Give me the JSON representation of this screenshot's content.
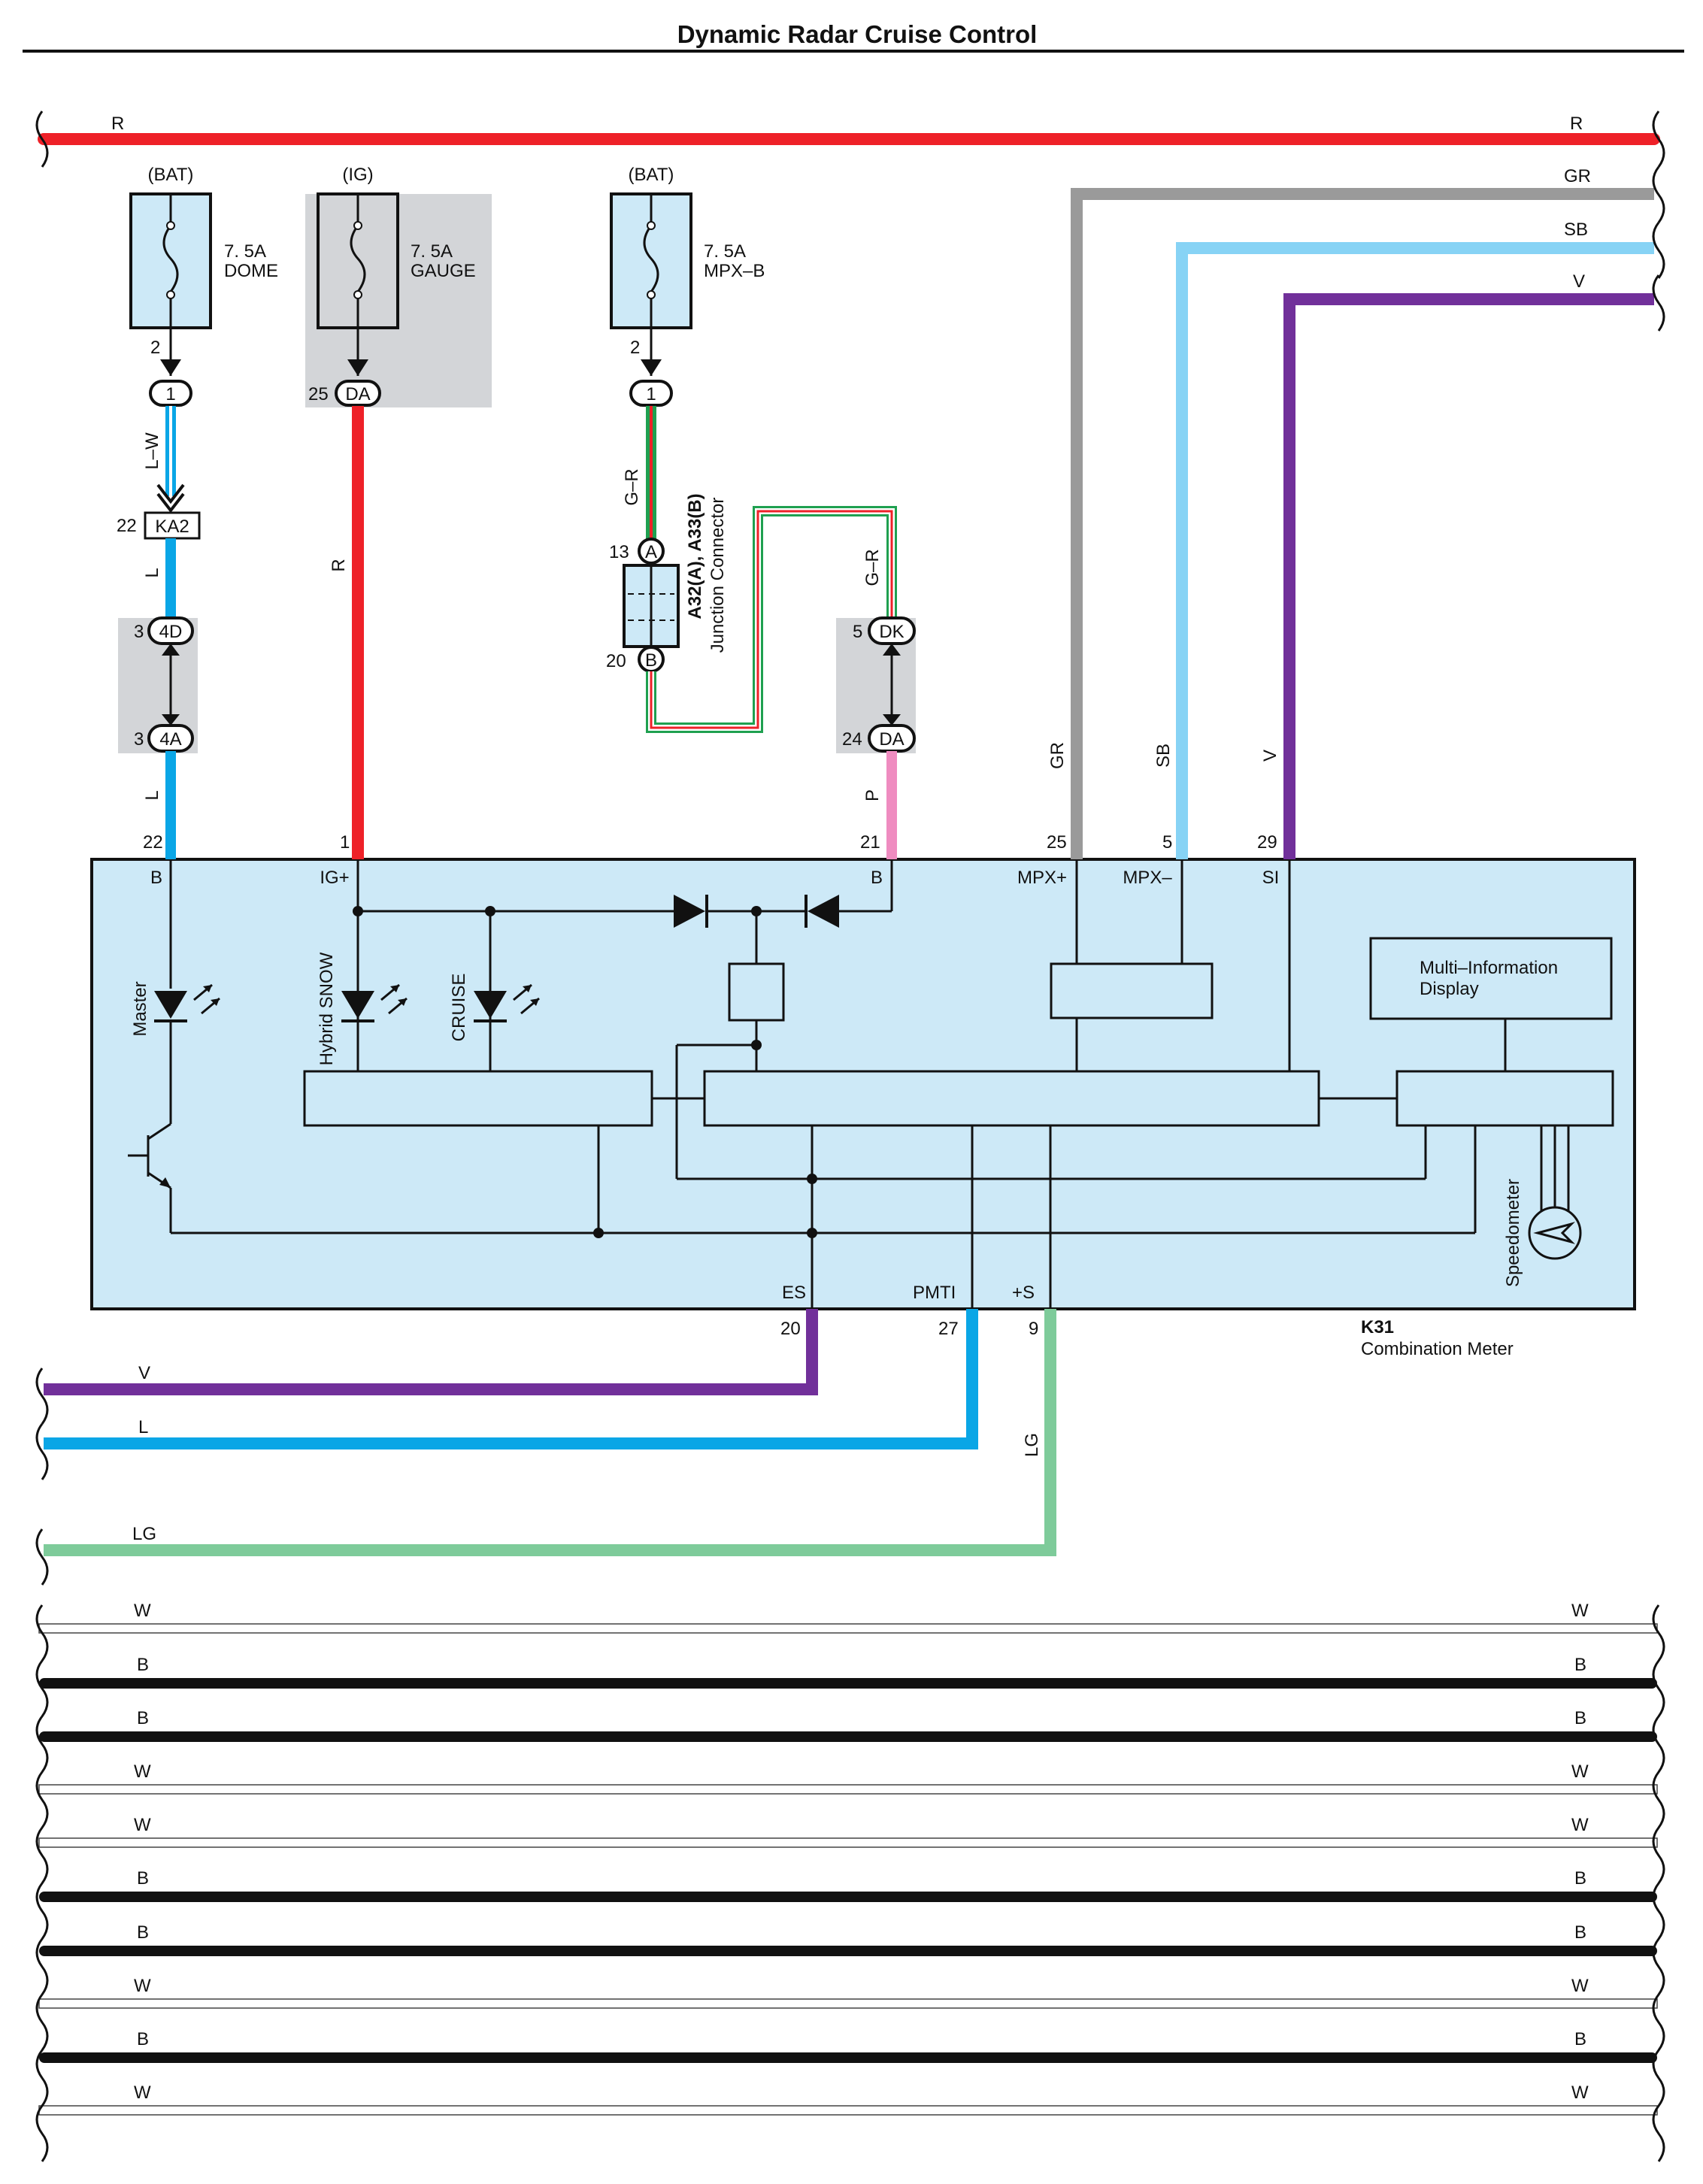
{
  "title": "Dynamic Radar Cruise Control",
  "colors": {
    "R": "#ee2128",
    "GR": "#9a9a9a",
    "SB": "#87d3f5",
    "V": "#71309a",
    "L": "#0aa6e6",
    "LG": "#7ecb9a",
    "P": "#ef8cc0",
    "B": "#111111",
    "W": "#ffffff",
    "panel": "#cde9f7",
    "fusebox": "#cde9f7",
    "highlight": "#d3d5d8",
    "greenwire": "#1fa050",
    "redwire": "#ee2128"
  },
  "top_bus_wires": [
    {
      "color_code": "R",
      "label_left": "R",
      "label_right": "R"
    },
    {
      "color_code": "GR",
      "label_right": "GR"
    },
    {
      "color_code": "SB",
      "label_right": "SB"
    },
    {
      "color_code": "V",
      "label_right": "V"
    }
  ],
  "fuses": [
    {
      "source": "(BAT)",
      "rating": "7. 5A",
      "name": "DOME",
      "pin": "2"
    },
    {
      "source": "(IG)",
      "rating": "7. 5A",
      "name": "GAUGE",
      "pin": "25"
    },
    {
      "source": "(BAT)",
      "rating": "7. 5A",
      "name": "MPX–B",
      "pin": "2"
    }
  ],
  "connectors": {
    "dome_out": "1",
    "gauge_out": "DA",
    "mpxb_out": "1",
    "ka2": {
      "name": "KA2",
      "pin": "22"
    },
    "c4d": {
      "name": "4D",
      "pin": "3"
    },
    "c4a": {
      "name": "4A",
      "pin": "3"
    },
    "junction_a": {
      "name": "A",
      "pin": "13"
    },
    "junction_b": {
      "name": "B",
      "pin": "20"
    },
    "dk": {
      "name": "DK",
      "pin": "5"
    },
    "da2": {
      "name": "DA",
      "pin": "24"
    }
  },
  "junction_connector": {
    "line1": "A32(A), A33(B)",
    "line2": "Junction Connector"
  },
  "wire_labels": {
    "lw": "L–W",
    "l1": "L",
    "l2": "L",
    "r": "R",
    "gr1": "G–R",
    "gr2": "G–R",
    "p": "P",
    "gr": "GR",
    "sb": "SB",
    "v": "V",
    "lg": "LG"
  },
  "meter": {
    "code": "K31",
    "name": "Combination Meter",
    "top_pins": [
      {
        "num": "22",
        "name": "B"
      },
      {
        "num": "1",
        "name": "IG+"
      },
      {
        "num": "21",
        "name": "B"
      },
      {
        "num": "25",
        "name": "MPX+"
      },
      {
        "num": "5",
        "name": "MPX–"
      },
      {
        "num": "29",
        "name": "SI"
      }
    ],
    "bottom_pins": [
      {
        "num": "20",
        "name": "ES"
      },
      {
        "num": "27",
        "name": "PMTI"
      },
      {
        "num": "9",
        "name": "+S"
      }
    ],
    "leds": [
      "Master",
      "Hybrid SNOW",
      "CRUISE"
    ],
    "mid_label": "Multi–Information",
    "mid_label2": "Display",
    "speedometer": "Speedometer"
  },
  "bottom_wires_left": [
    {
      "color_code": "V",
      "label": "V"
    },
    {
      "color_code": "L",
      "label": "L"
    },
    {
      "color_code": "LG",
      "label": "LG"
    }
  ],
  "ground_bus": [
    {
      "color_code": "W",
      "label": "W"
    },
    {
      "color_code": "B",
      "label": "B"
    },
    {
      "color_code": "B",
      "label": "B"
    },
    {
      "color_code": "W",
      "label": "W"
    },
    {
      "color_code": "W",
      "label": "W"
    },
    {
      "color_code": "B",
      "label": "B"
    },
    {
      "color_code": "B",
      "label": "B"
    },
    {
      "color_code": "W",
      "label": "W"
    },
    {
      "color_code": "B",
      "label": "B"
    },
    {
      "color_code": "W",
      "label": "W"
    }
  ]
}
